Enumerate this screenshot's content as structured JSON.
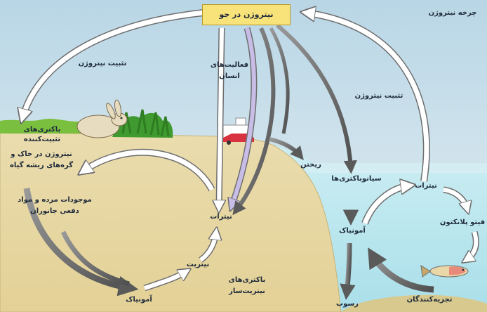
{
  "title": "چرخه نیتروژن",
  "atmosphere_box": "نیتروژن در جو",
  "labels": {
    "fixation_left": "تثبیت نیتروژن",
    "human_activity_1": "فعالیت‌های",
    "human_activity_2": "انسان",
    "fixation_right": "تثبیت نیتروژن",
    "fixing_bacteria_1": "باکتری‌های",
    "fixing_bacteria_2": "تثبیت‌کننده",
    "fixing_bacteria_3": "نیتروژن در خاک و",
    "fixing_bacteria_4": "گره‌های ریشه گیاه",
    "runoff": "ریختن",
    "dead_matter_1": "موجودات مرده و مواد",
    "dead_matter_2": "دفعی جانوران",
    "nitrate_land": "نیترات",
    "nitrite": "نیتریت",
    "ammonia_land": "آمونیاک",
    "nitrifying_1": "باکتری‌های",
    "nitrifying_2": "نیتریت‌ساز",
    "cyanobacteria": "سیانوباکتری‌ها",
    "ammonia_sea": "آمونیاک",
    "nitrate_sea": "نیترات",
    "phytoplankton": "فیتو پلانکتون",
    "decomposers": "تجزیه‌کنندگان",
    "sediment": "رسوب"
  },
  "colors": {
    "sky": "#cfe3ee",
    "soil": "#e9d9a4",
    "water": "#bfe5ec",
    "box": "#f8e27a"
  }
}
